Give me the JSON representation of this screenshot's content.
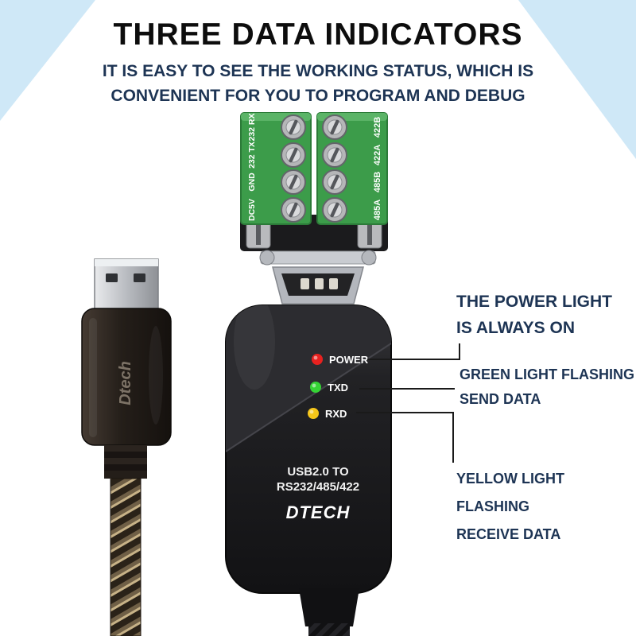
{
  "page": {
    "title": "THREE DATA INDICATORS",
    "subtitle": [
      "IT IS EASY TO SEE THE WORKING STATUS, WHICH IS",
      "CONVENIENT FOR YOU TO PROGRAM AND DEBUG"
    ]
  },
  "device": {
    "terminal_labels_left": [
      "232 RX",
      "232 TX",
      "GND",
      "DC5V"
    ],
    "terminal_labels_right": [
      "422B",
      "422A",
      "485B",
      "485A"
    ],
    "leds": [
      {
        "label": "POWER",
        "color": "#e8211f"
      },
      {
        "label": "TXD",
        "color": "#35d435"
      },
      {
        "label": "RXD",
        "color": "#f6c61a"
      }
    ],
    "print_line1": "USB2.0 TO",
    "print_line2": "RS232/485/422",
    "brand": "DTECH",
    "usb_plug_brand": "Dtech"
  },
  "callouts": {
    "power": [
      "THE POWER LIGHT",
      "IS ALWAYS ON"
    ],
    "txd": [
      "GREEN LIGHT FLASHING",
      "SEND DATA"
    ],
    "rxd": [
      "YELLOW LIGHT FLASHING",
      "RECEIVE DATA"
    ]
  },
  "colors": {
    "corner_triangle": "#cfe8f7",
    "heading_text": "#0d0d0d",
    "body_text": "#1d3454",
    "terminal_green": "#3c9c4a"
  }
}
